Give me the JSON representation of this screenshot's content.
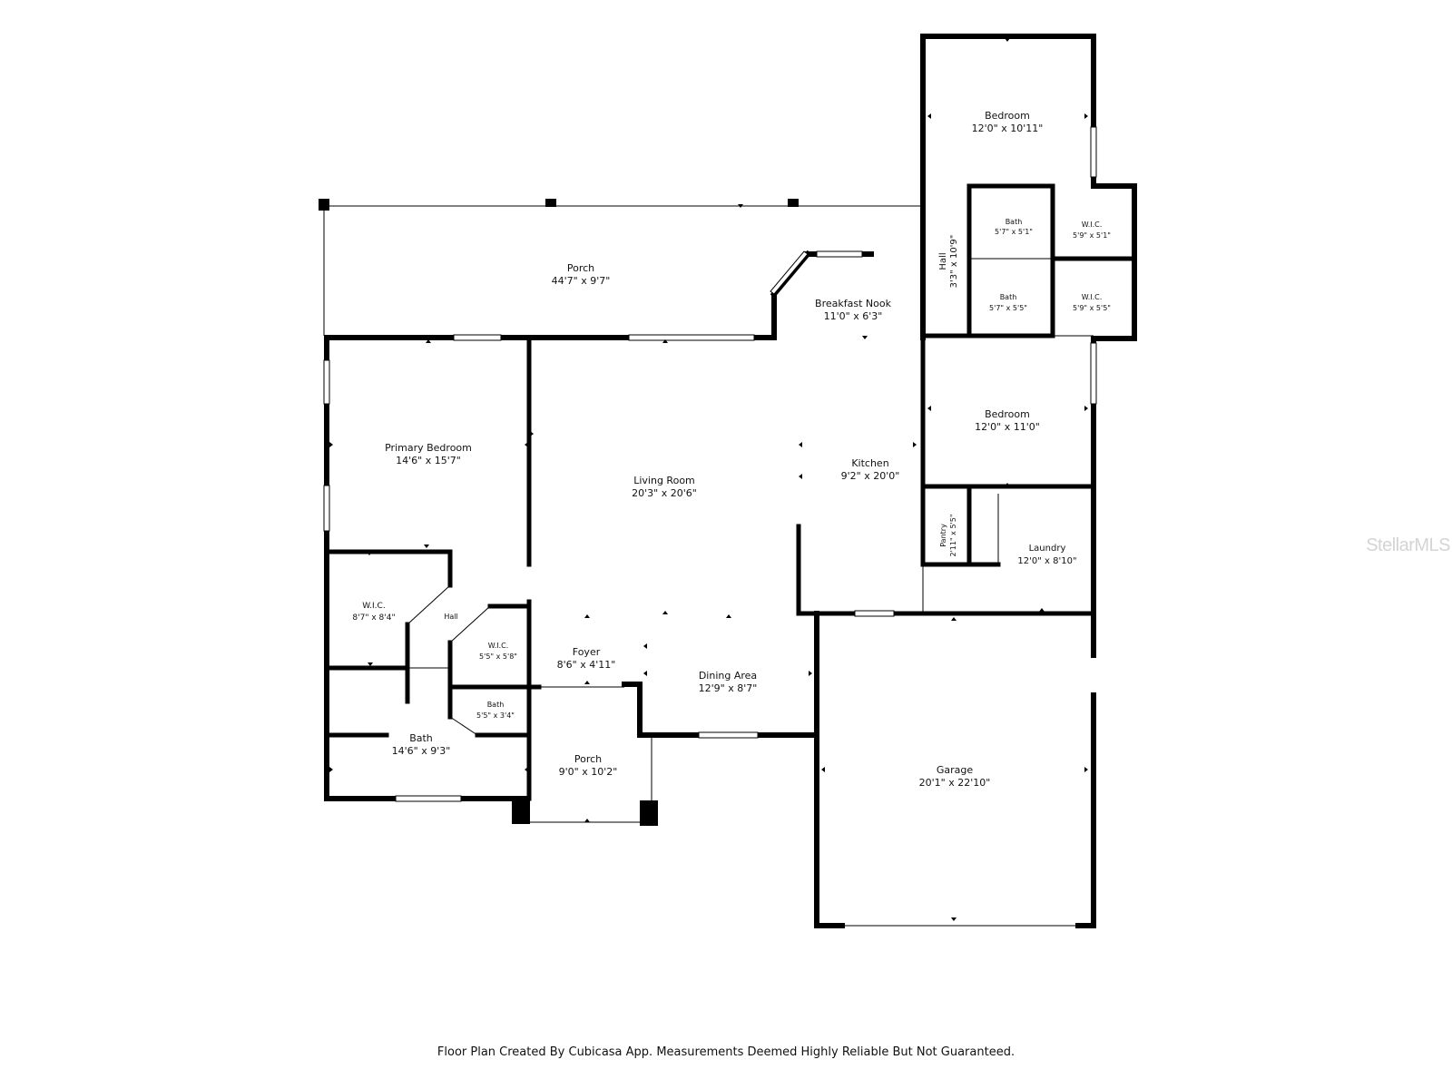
{
  "rooms": {
    "bedroom_top": {
      "name": "Bedroom",
      "dim": "12'0\" x 10'11\""
    },
    "porch_back": {
      "name": "Porch",
      "dim": "44'7\" x 9'7\""
    },
    "breakfast_nook": {
      "name": "Breakfast Nook",
      "dim": "11'0\" x 6'3\""
    },
    "hall_right": {
      "name": "Hall",
      "dim": "3'3\" x 10'9\""
    },
    "bath_a": {
      "name": "Bath",
      "dim": "5'7\" x 5'1\""
    },
    "wic_a": {
      "name": "W.I.C.",
      "dim": "5'9\" x 5'1\""
    },
    "bath_b": {
      "name": "Bath",
      "dim": "5'7\" x 5'5\""
    },
    "wic_b": {
      "name": "W.I.C.",
      "dim": "5'9\" x 5'5\""
    },
    "bedroom_mid": {
      "name": "Bedroom",
      "dim": "12'0\" x 11'0\""
    },
    "primary_bedroom": {
      "name": "Primary Bedroom",
      "dim": "14'6\" x 15'7\""
    },
    "living_room": {
      "name": "Living Room",
      "dim": "20'3\" x 20'6\""
    },
    "kitchen": {
      "name": "Kitchen",
      "dim": "9'2\" x 20'0\""
    },
    "pantry": {
      "name": "Pantry",
      "dim": "2'11\" x 5'5\""
    },
    "laundry": {
      "name": "Laundry",
      "dim": "12'0\" x 8'10\""
    },
    "wic_primary": {
      "name": "W.I.C.",
      "dim": "8'7\" x 8'4\""
    },
    "hall_left": {
      "name": "Hall"
    },
    "wic_small": {
      "name": "W.I.C.",
      "dim": "5'5\" x 5'8\""
    },
    "foyer": {
      "name": "Foyer",
      "dim": "8'6\" x 4'11\""
    },
    "dining_area": {
      "name": "Dining Area",
      "dim": "12'9\" x 8'7\""
    },
    "bath_small": {
      "name": "Bath",
      "dim": "5'5\" x 3'4\""
    },
    "bath_primary": {
      "name": "Bath",
      "dim": "14'6\" x 9'3\""
    },
    "porch_front": {
      "name": "Porch",
      "dim": "9'0\" x 10'2\""
    },
    "garage": {
      "name": "Garage",
      "dim": "20'1\" x 22'10\""
    }
  },
  "footer": "Floor Plan Created By Cubicasa App. Measurements Deemed Highly Reliable But Not Guaranteed.",
  "watermark": "StellarMLS",
  "colors": {
    "wall": "#000000",
    "background": "#ffffff",
    "watermark": "#d4d4d4"
  }
}
